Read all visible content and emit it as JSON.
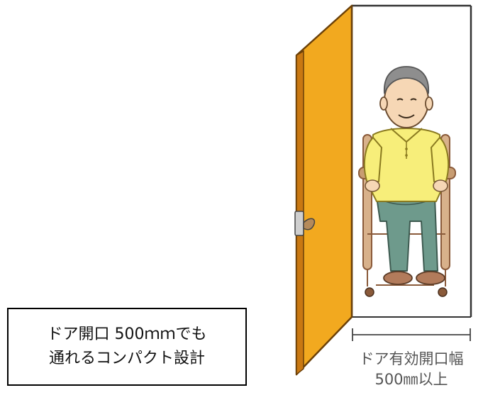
{
  "caption": {
    "line1": "ドア開口 500ｍｍでも",
    "line2": "通れるコンパクト設計"
  },
  "dimension": {
    "line1": "ドア有効開口幅",
    "line2": "500㎜以上"
  },
  "colors": {
    "door_fill": "#F2A91F",
    "door_edge": "#B56A10",
    "shirt": "#F7EE7A",
    "pants": "#6E9A8C",
    "skin": "#F6D7B5",
    "hair": "#8E8E8E",
    "wheelchair_frame": "#B88962"
  },
  "icons": {
    "door_handle": "door-handle-icon"
  }
}
